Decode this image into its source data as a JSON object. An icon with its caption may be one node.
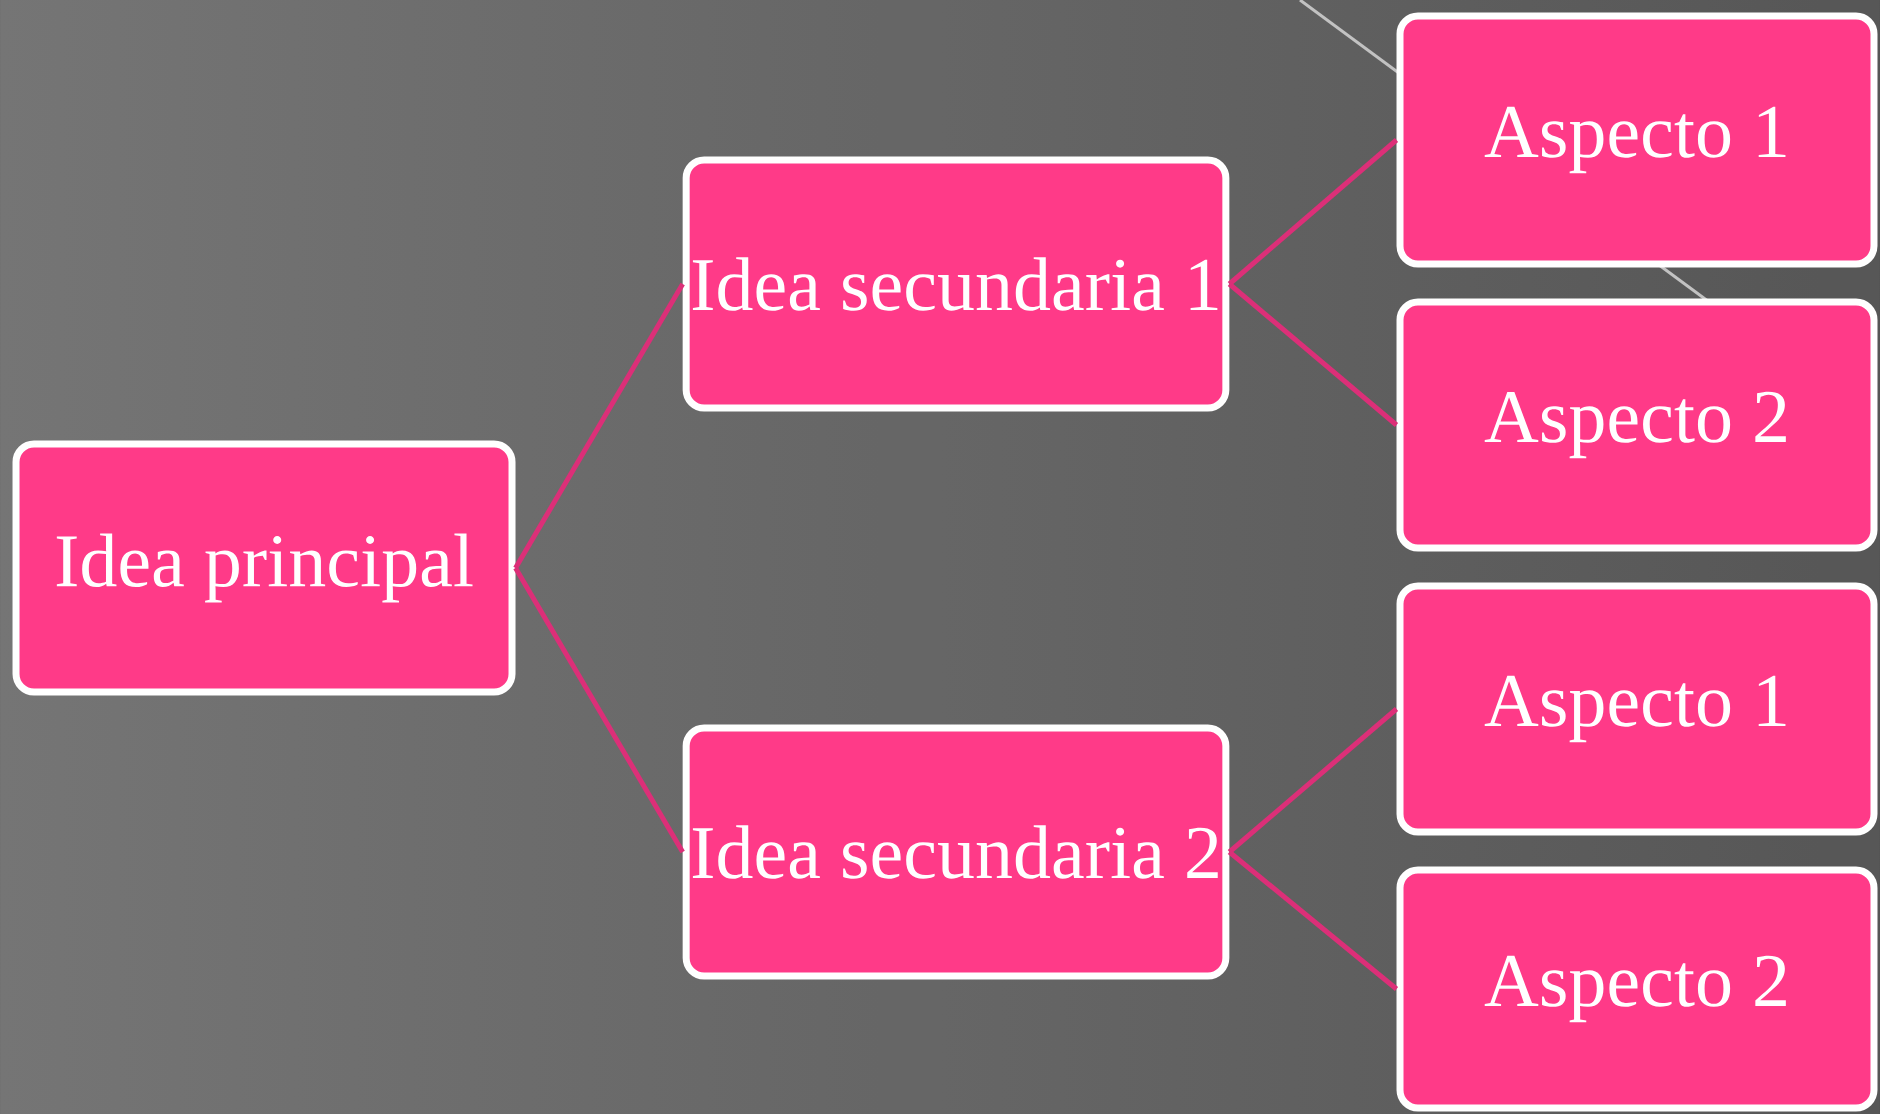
{
  "diagram": {
    "nodes": [
      {
        "text": [
          "Idea principal"
        ]
      },
      {
        "text": [
          "Idea secundaria 1"
        ]
      },
      {
        "text": [
          "Idea secundaria 2"
        ]
      },
      {
        "text": [
          "Aspecto 1"
        ]
      },
      {
        "text": [
          "Aspecto 2"
        ]
      },
      {
        "text": [
          "Aspecto 1"
        ]
      },
      {
        "text": [
          "Aspecto 2"
        ]
      }
    ],
    "edges": [
      {
        "from": 0,
        "to": 1,
        "arrow": "none"
      },
      {
        "from": 0,
        "to": 2,
        "arrow": "none"
      },
      {
        "from": 1,
        "to": 3,
        "arrow": "none"
      },
      {
        "from": 1,
        "to": 4,
        "arrow": "none"
      },
      {
        "from": 2,
        "to": 5,
        "arrow": "none"
      },
      {
        "from": 2,
        "to": 6,
        "arrow": "none"
      }
    ]
  }
}
